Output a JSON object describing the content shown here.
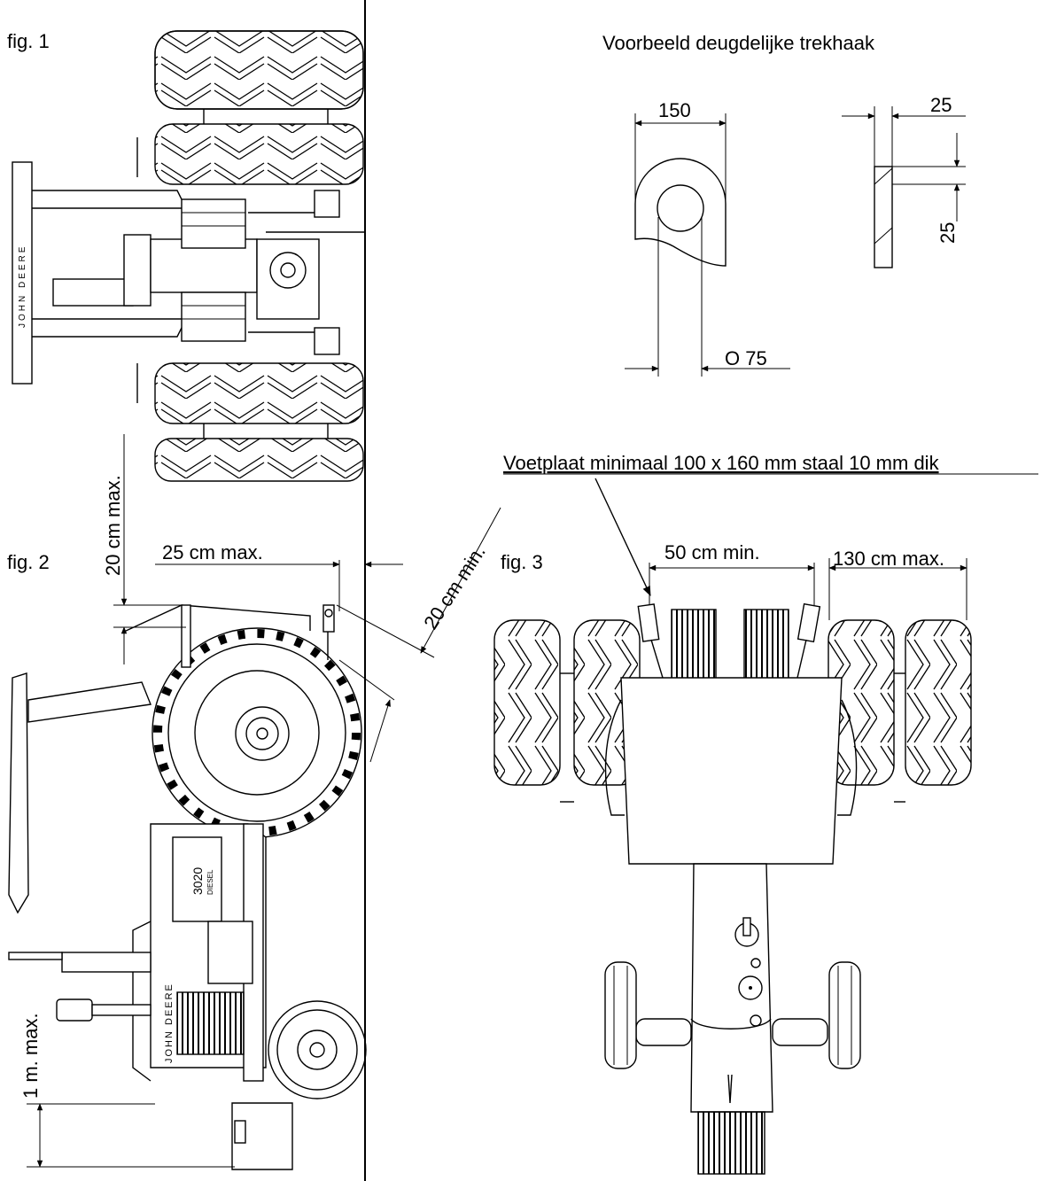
{
  "labels": {
    "fig1": "fig. 1",
    "fig2": "fig. 2",
    "fig3": "fig. 3",
    "hook_title": "Voorbeeld deugdelijke trekhaak",
    "dim_150": "150",
    "dim_25_top": "25",
    "dim_25_side": "25",
    "dim_o75": "O 75",
    "footplate": "Voetplaat minimaal 100 x 160 mm staal 10 mm dik",
    "height_20": "20  cm max.",
    "overhang_25": "25  cm max.",
    "clearance_20": "20 cm min.",
    "width_50": "50  cm min.",
    "width_130": "130  cm max.",
    "height_1m": "1  m. max.",
    "brand_front": "JOHN DEERE",
    "brand_side": "JOHN DEERE",
    "model_number": "3020",
    "model_name": "DIESEL"
  },
  "colors": {
    "ink": "#000000",
    "paper": "#ffffff"
  }
}
